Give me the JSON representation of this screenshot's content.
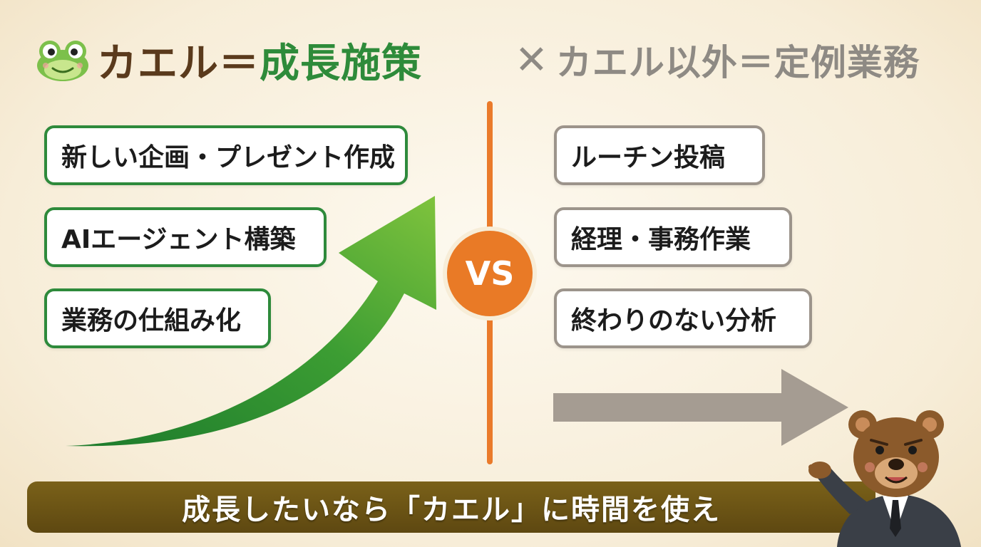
{
  "title_left": {
    "prefix": "カエル＝",
    "highlight": "成長施策"
  },
  "title_right": {
    "mark": "✕",
    "text": "カエル以外＝定例業務"
  },
  "left_items": [
    "新しい企画・プレゼント作成",
    "AIエージェント構築",
    "業務の仕組み化"
  ],
  "right_items": [
    "ルーチン投稿",
    "経理・事務作業",
    "終わりのない分析"
  ],
  "vs_label": "VS",
  "banner": "成長したいなら「カエル」に時間を使え",
  "icons": {
    "frog": "frog-icon",
    "bear": "bear-mascot",
    "growth_arrow": "growth-arrow",
    "flat_arrow": "flat-arrow"
  },
  "colors": {
    "green": "#2e8a3b",
    "gray": "#9c948b",
    "orange": "#e97a26",
    "banner": "#6b5315",
    "brown": "#5a3a1c"
  }
}
